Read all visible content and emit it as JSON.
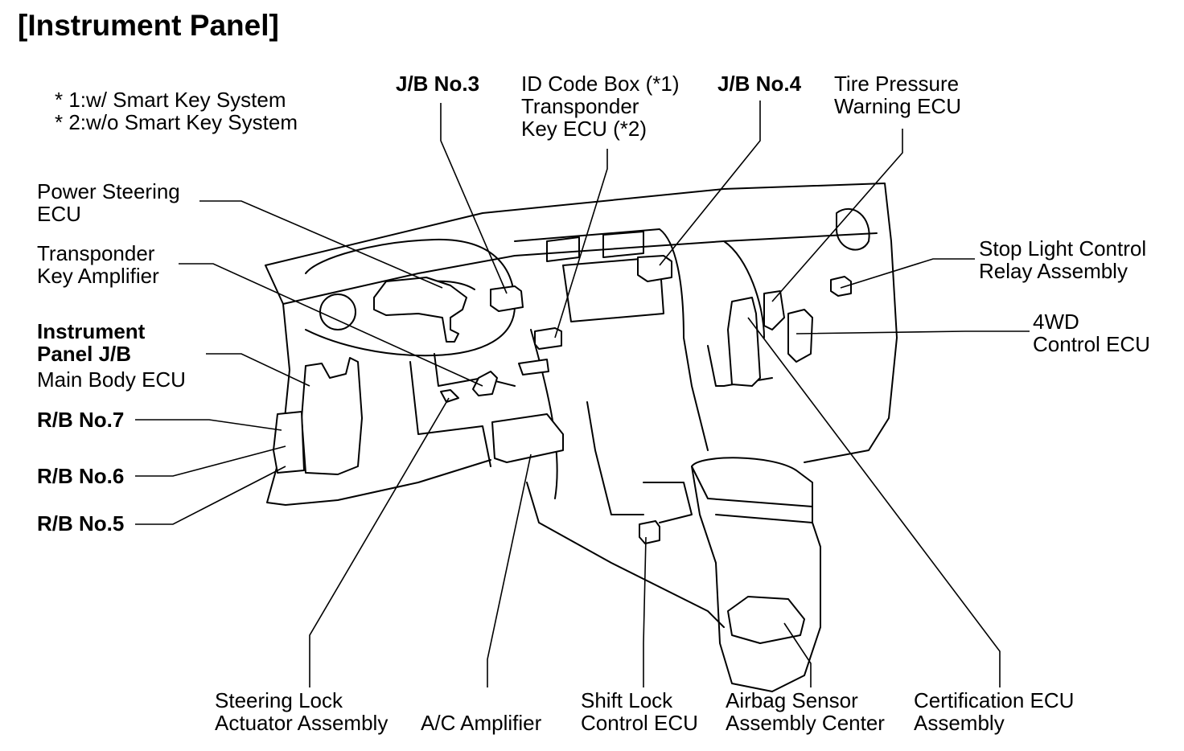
{
  "title": "[Instrument Panel]",
  "notes": [
    "* 1:w/ Smart Key System",
    "* 2:w/o Smart Key System"
  ],
  "labels": {
    "jb3": "J/B No.3",
    "id_code_box": [
      "ID Code Box (*1)",
      "Transponder",
      "Key ECU (*2)"
    ],
    "jb4": "J/B No.4",
    "tire_pressure": [
      "Tire Pressure",
      "Warning ECU"
    ],
    "power_steering": [
      "Power Steering",
      "ECU"
    ],
    "transponder_amp": [
      "Transponder",
      "Key Amplifier"
    ],
    "instrument_jb": [
      "Instrument",
      "Panel J/B"
    ],
    "main_body_ecu": "Main Body ECU",
    "rb7": "R/B No.7",
    "rb6": "R/B No.6",
    "rb5": "R/B No.5",
    "stop_light": [
      "Stop Light Control",
      "Relay Assembly"
    ],
    "fourwd": [
      "4WD",
      "Control ECU"
    ],
    "steering_lock": [
      "Steering Lock",
      "Actuator Assembly"
    ],
    "ac_amp": "A/C Amplifier",
    "shift_lock": [
      "Shift Lock",
      "Control ECU"
    ],
    "airbag": [
      "Airbag Sensor",
      "Assembly Center"
    ],
    "certification": [
      "Certification ECU",
      "Assembly"
    ]
  }
}
